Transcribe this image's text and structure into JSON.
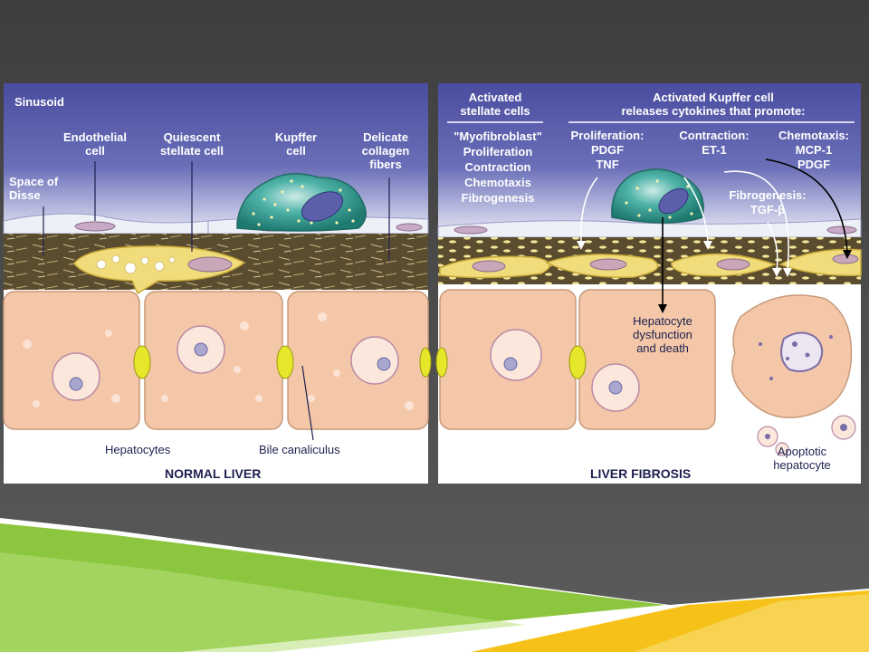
{
  "colors": {
    "slide_bg": "#4a4a4a",
    "sinusoid_blue": "#4b4ea0",
    "hepatocyte": "#f3c7a8",
    "stellate": "#f0dc7a",
    "kupffer": "#3aa398",
    "accent_green": "#8cc63f",
    "accent_yellow": "#f6c21a"
  },
  "normal": {
    "sinusoid": "Sinusoid",
    "endothelial": [
      "Endothelial",
      "cell"
    ],
    "quiescent": [
      "Quiescent",
      "stellate cell"
    ],
    "kupffer": [
      "Kupffer",
      "cell"
    ],
    "delicate": [
      "Delicate",
      "collagen",
      "fibers"
    ],
    "disse": [
      "Space of",
      "Disse"
    ],
    "hepatocytes": "Hepatocytes",
    "bile": "Bile canaliculus",
    "title": "NORMAL LIVER"
  },
  "fibrosis": {
    "activated_stellate": [
      "Activated",
      "stellate cells"
    ],
    "kupffer_header": [
      "Activated Kupffer cell",
      "releases cytokines that promote:"
    ],
    "myofibroblast": [
      "\"Myofibroblast\"",
      "Proliferation",
      "Contraction",
      "Chemotaxis",
      "Fibrogenesis"
    ],
    "proliferation": [
      "Proliferation:",
      "PDGF",
      "TNF"
    ],
    "contraction": [
      "Contraction:",
      "ET-1"
    ],
    "chemotaxis": [
      "Chemotaxis:",
      "MCP-1",
      "PDGF"
    ],
    "fibrogenesis": [
      "Fibrogenesis:",
      "TGF-β"
    ],
    "dysfunction": [
      "Hepatocyte",
      "dysfunction",
      "and death"
    ],
    "apoptotic": [
      "Apoptotic",
      "hepatocyte"
    ],
    "title": "LIVER FIBROSIS"
  }
}
